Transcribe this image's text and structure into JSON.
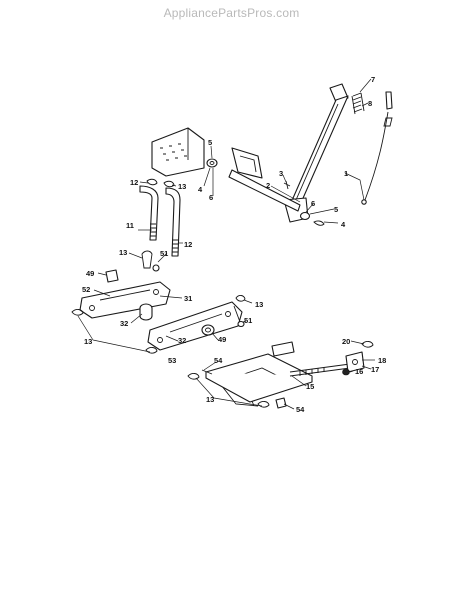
{
  "watermark": "AppliancePartsPros.com",
  "callouts": [
    {
      "id": "c1",
      "text": "1"
    },
    {
      "id": "c2",
      "text": "2"
    },
    {
      "id": "c3",
      "text": "3"
    },
    {
      "id": "c4a",
      "text": "4"
    },
    {
      "id": "c4b",
      "text": "4"
    },
    {
      "id": "c5a",
      "text": "5"
    },
    {
      "id": "c5b",
      "text": "5"
    },
    {
      "id": "c6a",
      "text": "6"
    },
    {
      "id": "c6b",
      "text": "6"
    },
    {
      "id": "c7",
      "text": "7"
    },
    {
      "id": "c8",
      "text": "8"
    },
    {
      "id": "c11",
      "text": "11"
    },
    {
      "id": "c12",
      "text": "12"
    },
    {
      "id": "c13a",
      "text": "13"
    },
    {
      "id": "c13b",
      "text": "13"
    },
    {
      "id": "c13c",
      "text": "13"
    },
    {
      "id": "c13d",
      "text": "13"
    },
    {
      "id": "c13e",
      "text": "13"
    },
    {
      "id": "c13f",
      "text": "13"
    },
    {
      "id": "c15",
      "text": "15"
    },
    {
      "id": "c16",
      "text": "16"
    },
    {
      "id": "c17",
      "text": "17"
    },
    {
      "id": "c18",
      "text": "18"
    },
    {
      "id": "c20",
      "text": "20"
    },
    {
      "id": "c31",
      "text": "31"
    },
    {
      "id": "c32a",
      "text": "32"
    },
    {
      "id": "c32b",
      "text": "32"
    },
    {
      "id": "c49a",
      "text": "49"
    },
    {
      "id": "c49b",
      "text": "49"
    },
    {
      "id": "c51a",
      "text": "51"
    },
    {
      "id": "c51b",
      "text": "51"
    },
    {
      "id": "c52",
      "text": "52"
    },
    {
      "id": "c53",
      "text": "53"
    },
    {
      "id": "c54a",
      "text": "54"
    },
    {
      "id": "c54b",
      "text": "54"
    }
  ]
}
